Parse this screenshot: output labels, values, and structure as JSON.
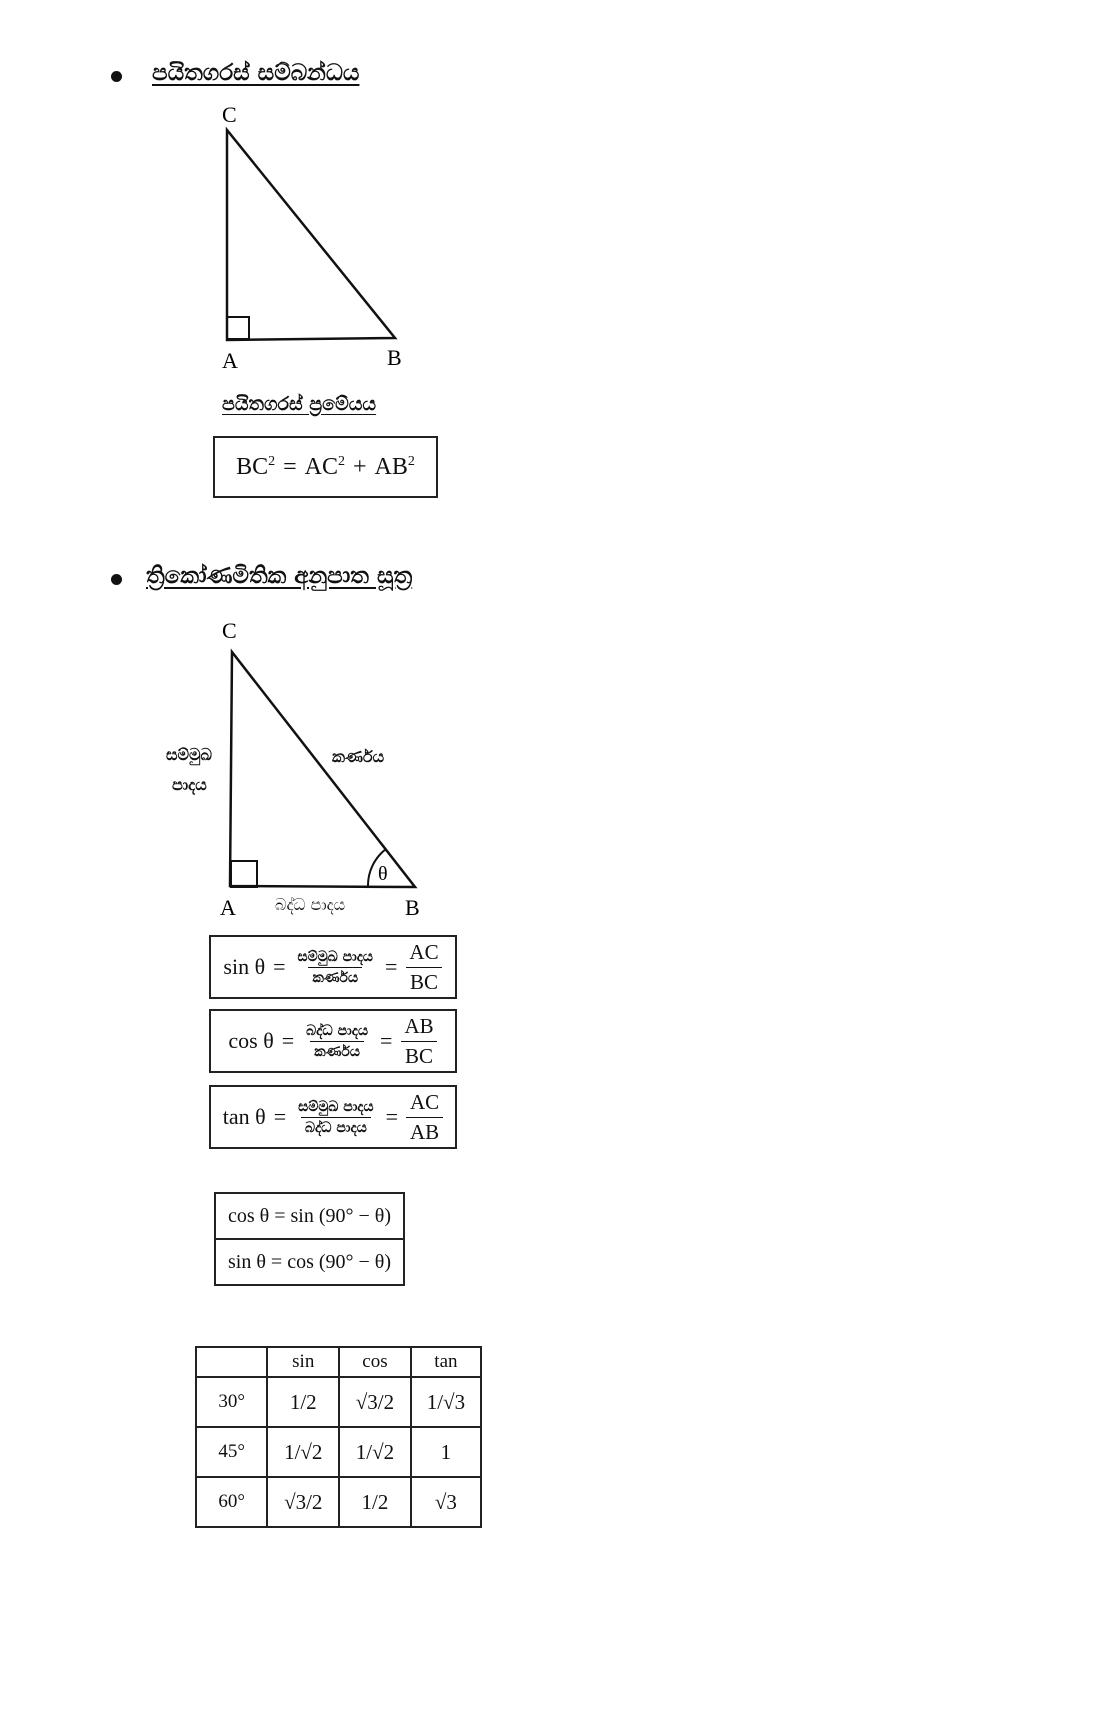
{
  "section1": {
    "heading": "පයිතගරස් සම්බන්ධය",
    "vertices": {
      "C": "C",
      "A": "A",
      "B": "B"
    },
    "theorem_title": "පයිතගරස් ප්‍රමේයය",
    "formula": {
      "lhs": "BC",
      "rhs1": "AC",
      "rhs2": "AB",
      "exp": "2",
      "eq": "=",
      "plus": "+"
    }
  },
  "section2": {
    "heading": "ත්‍රිකෝණමිතික අනුපාත සූත්‍ර",
    "vertices": {
      "C": "C",
      "A": "A",
      "B": "B"
    },
    "labels": {
      "opposite_line1": "සම්මුඛ",
      "opposite_line2": "පාදය",
      "hypotenuse": "කර්ණය",
      "adjacent": "බද්ධ පාදය",
      "theta": "θ"
    },
    "ratios": [
      {
        "fn": "sin θ",
        "word_num": "සම්මුඛ පාදය",
        "word_den": "කර්ණය",
        "num": "AC",
        "den": "BC"
      },
      {
        "fn": "cos θ",
        "word_num": "බද්ධ පාදය",
        "word_den": "කර්ණය",
        "num": "AB",
        "den": "BC"
      },
      {
        "fn": "tan θ",
        "word_num": "සම්මුඛ පාදය",
        "word_den": "බද්ධ පාදය",
        "num": "AC",
        "den": "AB"
      }
    ],
    "eq": "=",
    "identities": [
      "cos θ = sin (90° − θ)",
      "sin θ = cos (90° − θ)"
    ]
  },
  "table": {
    "headers": [
      "",
      "sin",
      "cos",
      "tan"
    ],
    "rows": [
      {
        "angle": "30°",
        "sin": "1/2",
        "cos": "√3/2",
        "tan": "1/√3"
      },
      {
        "angle": "45°",
        "sin": "1/√2",
        "cos": "1/√2",
        "tan": "1"
      },
      {
        "angle": "60°",
        "sin": "√3/2",
        "cos": "1/2",
        "tan": "√3"
      }
    ]
  }
}
